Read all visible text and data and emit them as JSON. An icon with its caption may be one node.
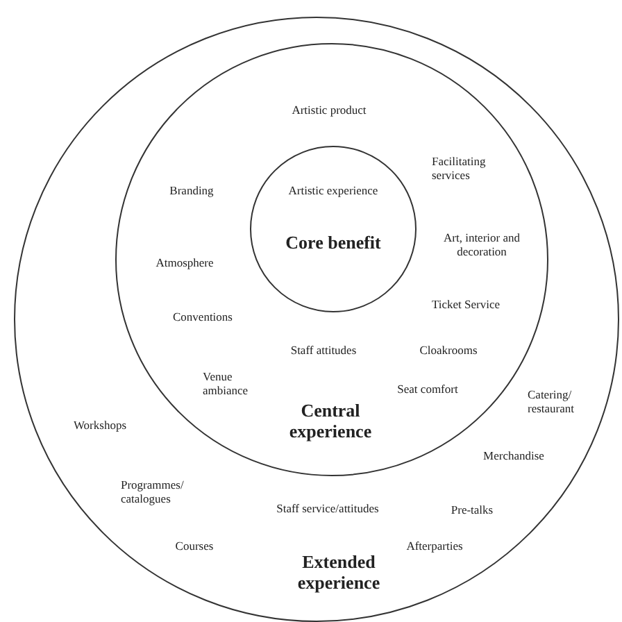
{
  "diagram": {
    "nodes": [
      {
        "text": [
          "Extended experience"
        ]
      },
      {
        "text": [
          "Central experience"
        ],
        "in": 0
      },
      {
        "text": [
          "Artistic experience",
          "Core benefit"
        ],
        "in": 1
      }
    ],
    "labels": [
      "Artistic product",
      "Facilitating services",
      "Branding",
      "Art, interior and decoration",
      "Atmosphere",
      "Ticket Service",
      "Conventions",
      "Staff attitudes",
      "Cloakrooms",
      "Venue ambiance",
      "Seat comfort",
      "Catering/ restaurant",
      "Workshops",
      "Merchandise",
      "Programmes/ catalogues",
      "Staff service/attitudes",
      "Pre-talks",
      "Courses",
      "Afterparties"
    ]
  }
}
